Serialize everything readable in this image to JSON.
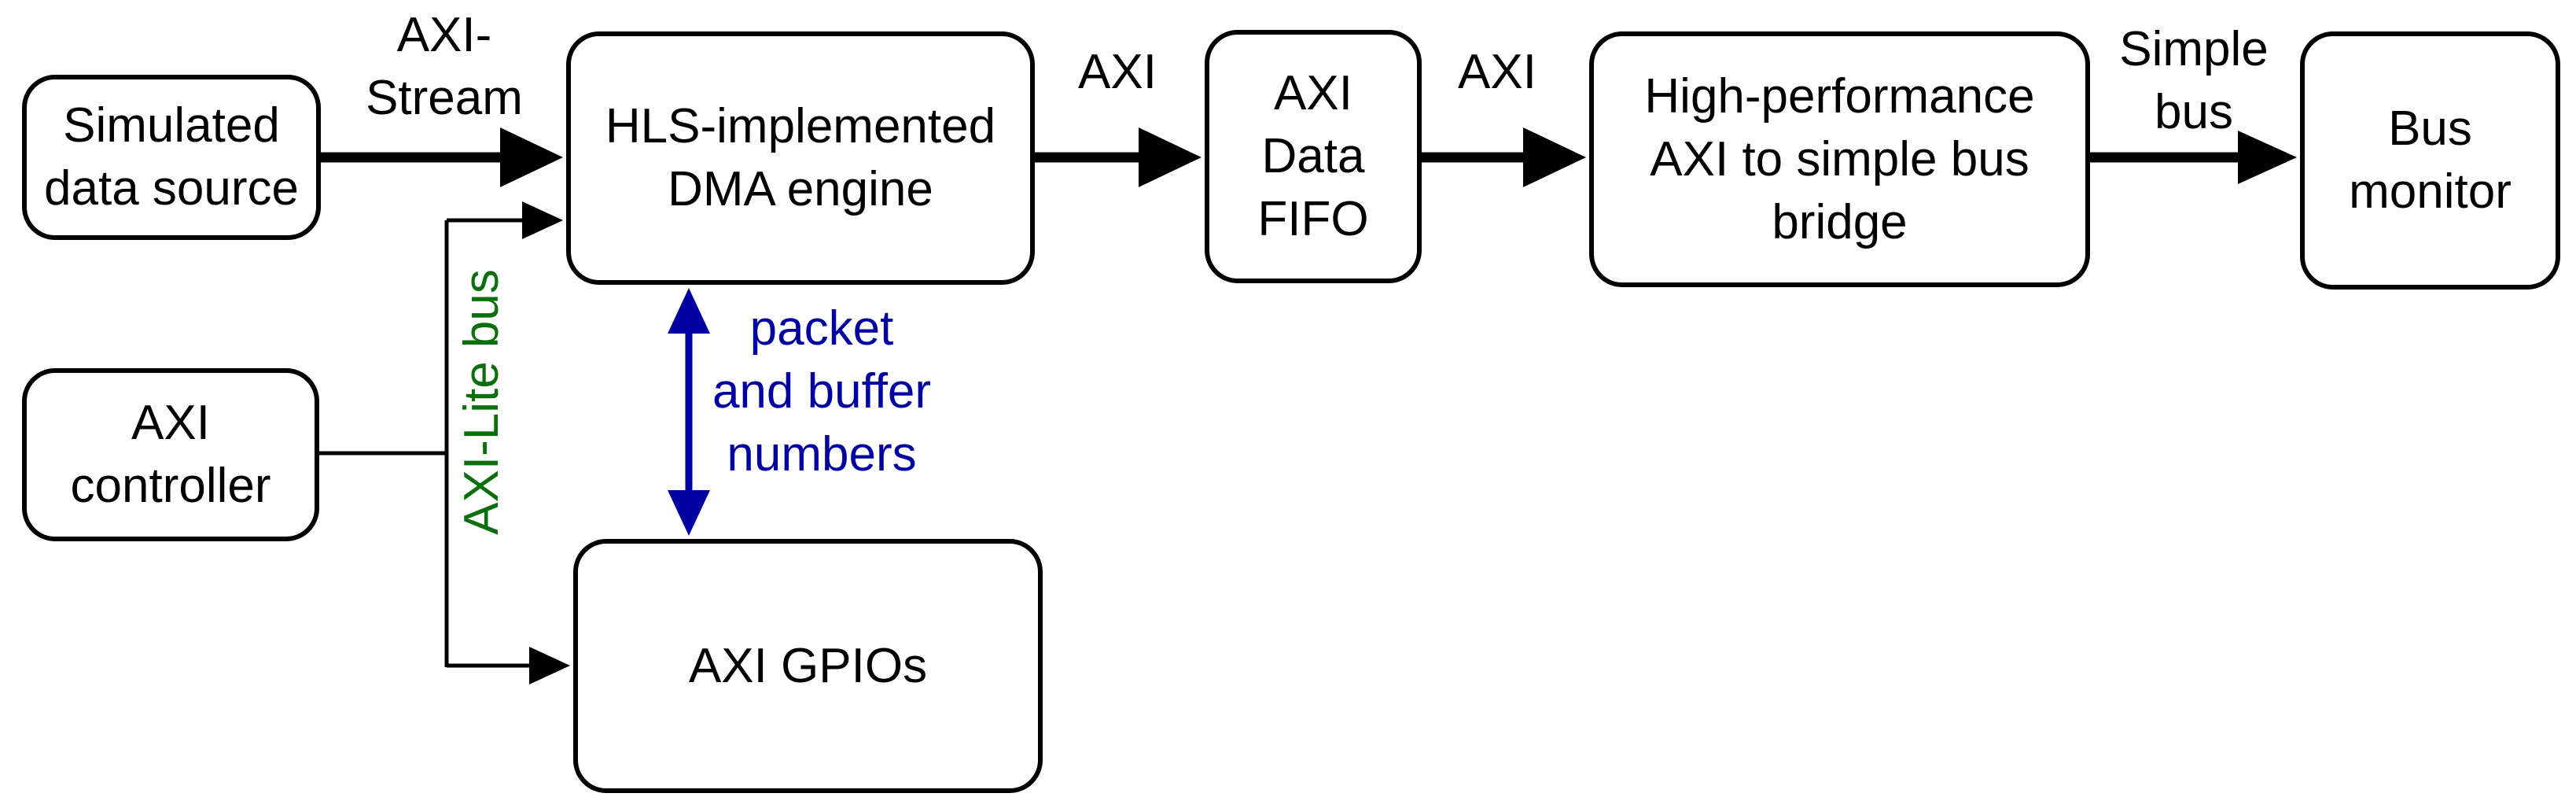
{
  "blocks": {
    "sim_source": {
      "label": "Simulated\ndata source"
    },
    "dma": {
      "label": "HLS-implemented\nDMA engine"
    },
    "fifo": {
      "label": "AXI\nData\nFIFO"
    },
    "bridge": {
      "label": "High-performance\nAXI to simple bus\nbridge"
    },
    "monitor": {
      "label": "Bus\nmonitor"
    },
    "controller": {
      "label": "AXI\ncontroller"
    },
    "gpio": {
      "label": "AXI GPIOs"
    }
  },
  "labels": {
    "axi_stream": "AXI-\nStream",
    "axi_dma_to_fifo": "AXI",
    "axi_fifo_to_bridge": "AXI",
    "simple_bus": "Simple\nbus",
    "axi_lite_bus": "AXI-Lite bus",
    "packet_numbers": "packet\nand buffer\nnumbers"
  },
  "colors": {
    "line_black": "#000000",
    "axi_lite_green": "#0d6e0d",
    "packet_blue": "#0000a0",
    "background": "#ffffff"
  }
}
